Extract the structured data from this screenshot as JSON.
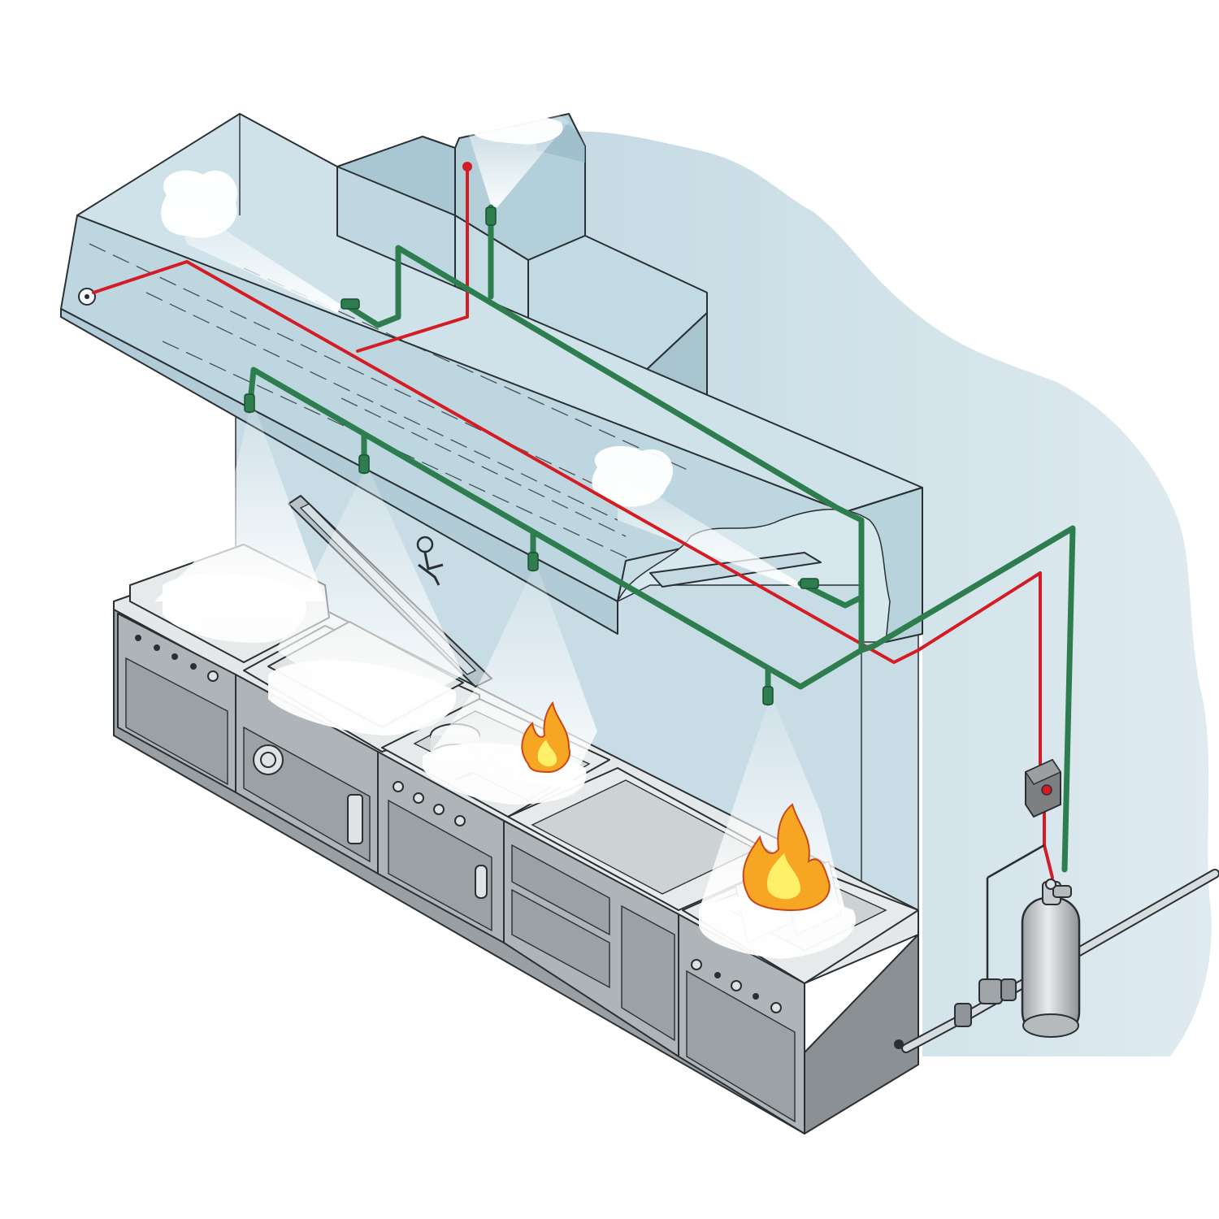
{
  "colors": {
    "background": "#ffffff",
    "wall": "#c9dde6",
    "wall_edge": "#b7cfda",
    "hood_face": "#bcd6df",
    "hood_top": "#d3e5ec",
    "duct": "#b6d1db",
    "appliance_front": "#aab0b3",
    "appliance_dark": "#8e9497",
    "appliance_top": "#e7eaeb",
    "agent_pipe": "#2e7d4f",
    "detection_line": "#d41c24",
    "spray": "#ffffff",
    "flame_outer": "#f6a623",
    "flame_inner": "#fff06a",
    "tank": "#c9ccce",
    "control_box": "#7d7f81"
  },
  "components": [
    {
      "id": "exhaust-hood",
      "icon": "hood-icon"
    },
    {
      "id": "exhaust-duct",
      "icon": "duct-icon"
    },
    {
      "id": "agent-distribution-pipe",
      "icon": "pipe-icon"
    },
    {
      "id": "detection-line",
      "icon": "wire-icon"
    },
    {
      "id": "discharge-nozzle",
      "icon": "nozzle-icon"
    },
    {
      "id": "manual-pull-station",
      "icon": "pull-station-icon"
    },
    {
      "id": "control-box",
      "icon": "control-box-icon"
    },
    {
      "id": "agent-cylinder",
      "icon": "cylinder-icon"
    },
    {
      "id": "gas-shutoff-valve",
      "icon": "valve-icon"
    }
  ],
  "nozzle_count": 7,
  "flame_count": 2
}
